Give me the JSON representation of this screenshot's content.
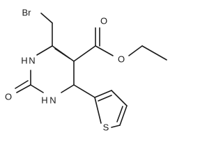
{
  "molecule": {
    "labels": {
      "br": "Br",
      "o_carbonyl_ester": "O",
      "o_ether": "O",
      "n1": "N",
      "h_n1": "H",
      "n3": "N",
      "h_n3": "H",
      "o_urea": "O",
      "s": "S"
    }
  }
}
